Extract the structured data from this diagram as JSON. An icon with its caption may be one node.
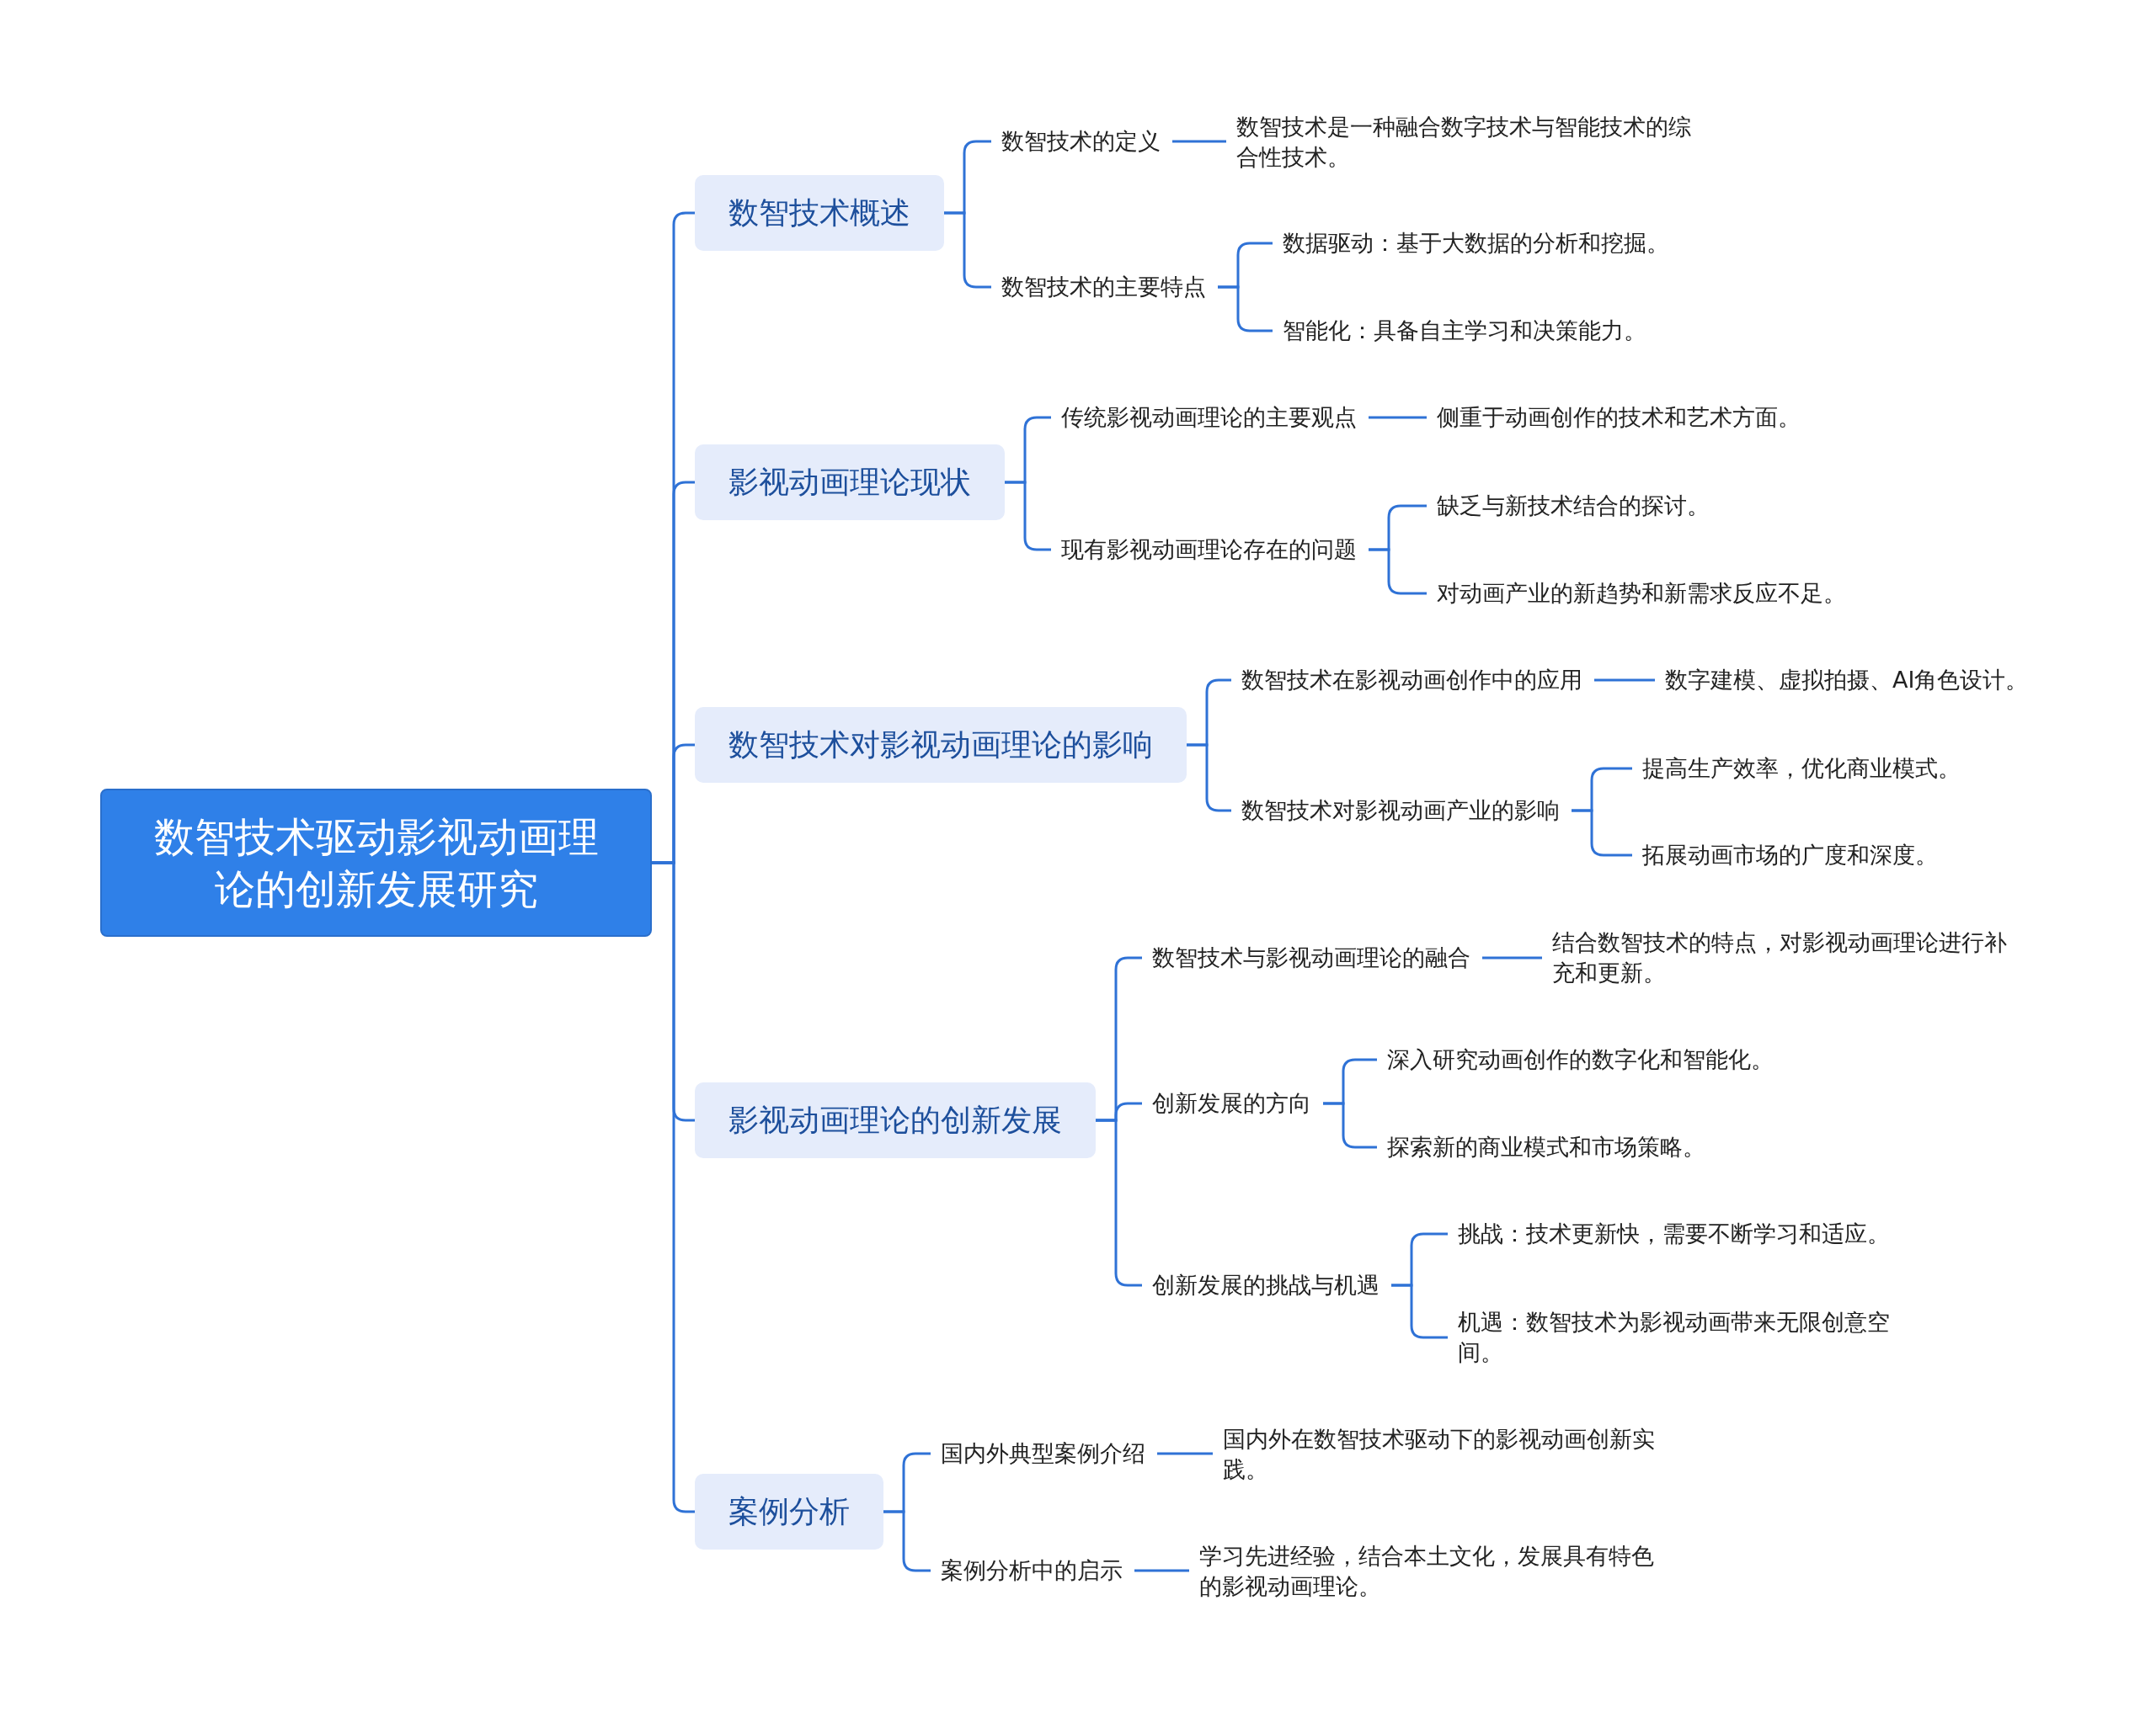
{
  "diagram": {
    "nodes": [
      {
        "text": [
          "数智技术驱动影视动画理论的创新发展研究"
        ]
      },
      {
        "text": [
          "数智技术概述"
        ]
      },
      {
        "text": [
          "数智技术的定义"
        ]
      },
      {
        "text": [
          "数智技术是一种融合数字技术与智能技术的综合性技术。"
        ]
      },
      {
        "text": [
          "数智技术的主要特点"
        ]
      },
      {
        "text": [
          "数据驱动：基于大数据的分析和挖掘。"
        ]
      },
      {
        "text": [
          "智能化：具备自主学习和决策能力。"
        ]
      },
      {
        "text": [
          "影视动画理论现状"
        ]
      },
      {
        "text": [
          "传统影视动画理论的主要观点"
        ]
      },
      {
        "text": [
          "侧重于动画创作的技术和艺术方面。"
        ]
      },
      {
        "text": [
          "现有影视动画理论存在的问题"
        ]
      },
      {
        "text": [
          "缺乏与新技术结合的探讨。"
        ]
      },
      {
        "text": [
          "对动画产业的新趋势和新需求反应不足。"
        ]
      },
      {
        "text": [
          "数智技术对影视动画理论的影响"
        ]
      },
      {
        "text": [
          "数智技术在影视动画创作中的应用"
        ]
      },
      {
        "text": [
          "数字建模、虚拟拍摄、AI角色设计。"
        ]
      },
      {
        "text": [
          "数智技术对影视动画产业的影响"
        ]
      },
      {
        "text": [
          "提高生产效率，优化商业模式。"
        ]
      },
      {
        "text": [
          "拓展动画市场的广度和深度。"
        ]
      },
      {
        "text": [
          "影视动画理论的创新发展"
        ]
      },
      {
        "text": [
          "数智技术与影视动画理论的融合"
        ]
      },
      {
        "text": [
          "结合数智技术的特点，对影视动画理论进行补充和更新。"
        ]
      },
      {
        "text": [
          "创新发展的方向"
        ]
      },
      {
        "text": [
          "深入研究动画创作的数字化和智能化。"
        ]
      },
      {
        "text": [
          "探索新的商业模式和市场策略。"
        ]
      },
      {
        "text": [
          "创新发展的挑战与机遇"
        ]
      },
      {
        "text": [
          "挑战：技术更新快，需要不断学习和适应。"
        ]
      },
      {
        "text": [
          "机遇：数智技术为影视动画带来无限创意空间。"
        ]
      },
      {
        "text": [
          "案例分析"
        ]
      },
      {
        "text": [
          "国内外典型案例介绍"
        ]
      },
      {
        "text": [
          "国内外在数智技术驱动下的影视动画创新实践。"
        ]
      },
      {
        "text": [
          "案例分析中的启示"
        ]
      },
      {
        "text": [
          "学习先进经验，结合本土文化，发展具有特色的影视动画理论。"
        ]
      }
    ],
    "edges": [
      {
        "from": 0,
        "to": 1,
        "arrow": "none"
      },
      {
        "from": 1,
        "to": 2,
        "arrow": "none"
      },
      {
        "from": 2,
        "to": 3,
        "arrow": "none"
      },
      {
        "from": 1,
        "to": 4,
        "arrow": "none"
      },
      {
        "from": 4,
        "to": 5,
        "arrow": "none"
      },
      {
        "from": 4,
        "to": 6,
        "arrow": "none"
      },
      {
        "from": 0,
        "to": 7,
        "arrow": "none"
      },
      {
        "from": 7,
        "to": 8,
        "arrow": "none"
      },
      {
        "from": 8,
        "to": 9,
        "arrow": "none"
      },
      {
        "from": 7,
        "to": 10,
        "arrow": "none"
      },
      {
        "from": 10,
        "to": 11,
        "arrow": "none"
      },
      {
        "from": 10,
        "to": 12,
        "arrow": "none"
      },
      {
        "from": 0,
        "to": 13,
        "arrow": "none"
      },
      {
        "from": 13,
        "to": 14,
        "arrow": "none"
      },
      {
        "from": 14,
        "to": 15,
        "arrow": "none"
      },
      {
        "from": 13,
        "to": 16,
        "arrow": "none"
      },
      {
        "from": 16,
        "to": 17,
        "arrow": "none"
      },
      {
        "from": 16,
        "to": 18,
        "arrow": "none"
      },
      {
        "from": 0,
        "to": 19,
        "arrow": "none"
      },
      {
        "from": 19,
        "to": 20,
        "arrow": "none"
      },
      {
        "from": 20,
        "to": 21,
        "arrow": "none"
      },
      {
        "from": 19,
        "to": 22,
        "arrow": "none"
      },
      {
        "from": 22,
        "to": 23,
        "arrow": "none"
      },
      {
        "from": 22,
        "to": 24,
        "arrow": "none"
      },
      {
        "from": 19,
        "to": 25,
        "arrow": "none"
      },
      {
        "from": 25,
        "to": 26,
        "arrow": "none"
      },
      {
        "from": 25,
        "to": 27,
        "arrow": "none"
      },
      {
        "from": 0,
        "to": 28,
        "arrow": "none"
      },
      {
        "from": 28,
        "to": 29,
        "arrow": "none"
      },
      {
        "from": 29,
        "to": 30,
        "arrow": "none"
      },
      {
        "from": 28,
        "to": 31,
        "arrow": "none"
      },
      {
        "from": 31,
        "to": 32,
        "arrow": "none"
      }
    ]
  }
}
